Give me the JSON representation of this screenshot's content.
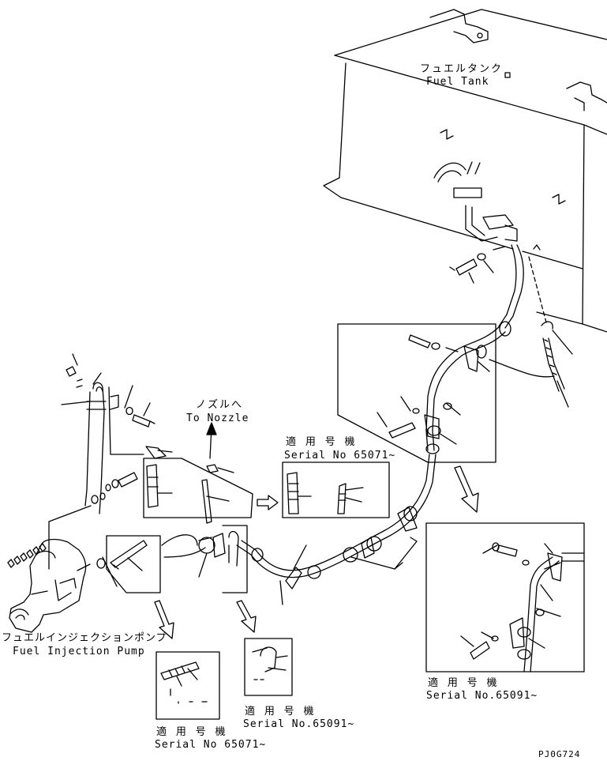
{
  "labels": {
    "fuel_tank_jp": "フュエルタンク",
    "fuel_tank_en": "Fuel Tank",
    "to_nozzle_jp": "ノズルへ",
    "to_nozzle_en": "To Nozzle",
    "pump_jp": "フュエルインジェクションポンプ",
    "pump_en": "Fuel Injection Pump",
    "serial_title_1": "適 用 号 機",
    "serial_no_1": "Serial No 65071~",
    "serial_title_2": "適 用 号 機",
    "serial_no_2": "Serial No.65091~",
    "serial_title_3": "適 用 号 機",
    "serial_no_3": "Serial No.65091~",
    "serial_title_4": "適 用 号 機",
    "serial_no_4": "Serial No 65071~",
    "drawing_code": "PJ0G724"
  },
  "colors": {
    "line": "#000000",
    "background": "#ffffff"
  }
}
